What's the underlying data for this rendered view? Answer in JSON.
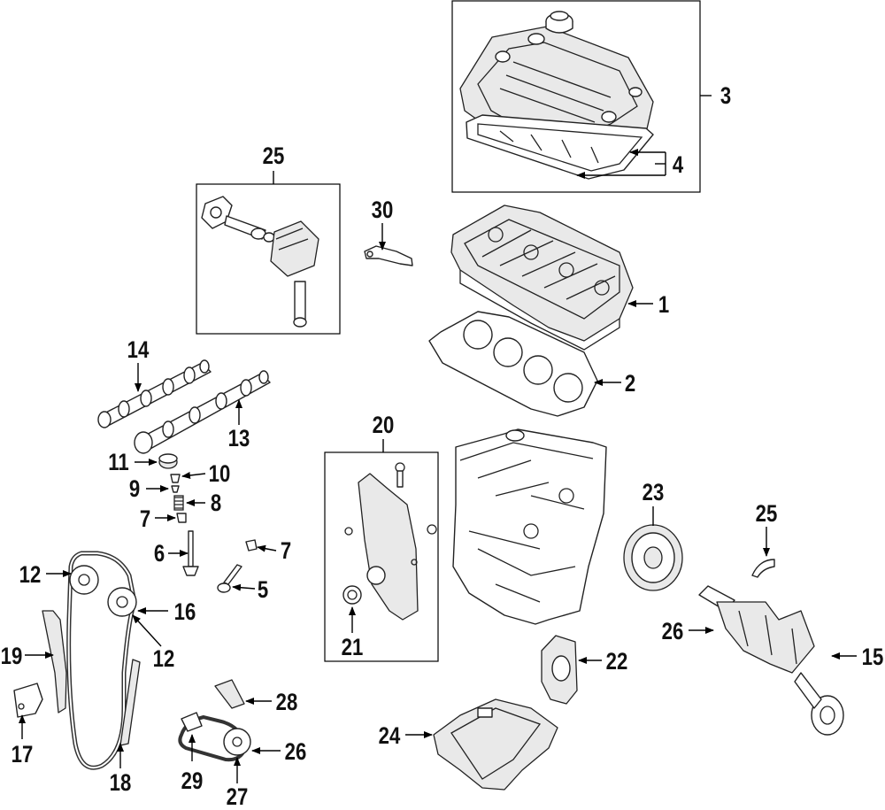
{
  "callouts": {
    "c1": "1",
    "c2": "2",
    "c3": "3",
    "c4": "4",
    "c5": "5",
    "c6": "6",
    "c7a": "7",
    "c7b": "7",
    "c8": "8",
    "c9": "9",
    "c10": "10",
    "c11": "11",
    "c12a": "12",
    "c12b": "12",
    "c13": "13",
    "c14": "14",
    "c15": "15",
    "c16": "16",
    "c17": "17",
    "c18": "18",
    "c19": "19",
    "c20": "20",
    "c21": "21",
    "c22": "22",
    "c23": "23",
    "c24": "24",
    "c25a": "25",
    "c25b": "25",
    "c26a": "26",
    "c26b": "26",
    "c27": "27",
    "c28": "28",
    "c29": "29",
    "c30": "30"
  }
}
